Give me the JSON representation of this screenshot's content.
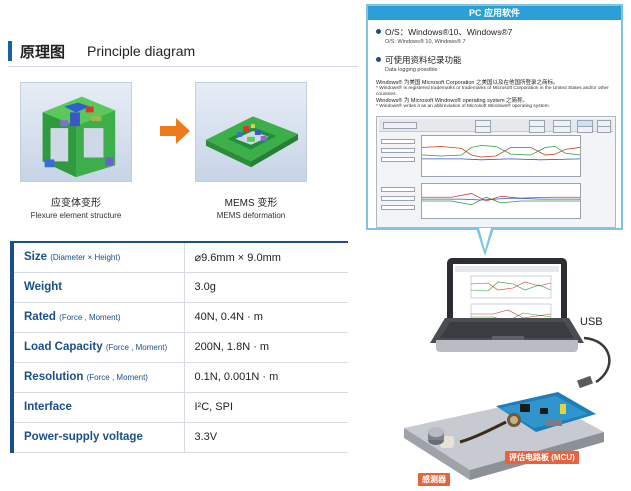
{
  "principle": {
    "title_zh": "原理图",
    "title_en": "Principle diagram",
    "caption1_zh": "应变体变形",
    "caption1_en": "Flexure element structure",
    "caption2_zh": "MEMS 变形",
    "caption2_en": "MEMS deformation"
  },
  "specs": [
    {
      "label": "Size",
      "sub": "(Diameter × Height)",
      "value": "⌀9.6mm × 9.0mm"
    },
    {
      "label": "Weight",
      "sub": "",
      "value": "3.0g"
    },
    {
      "label": "Rated",
      "sub": "(Force , Moment)",
      "value": "40N, 0.4N · m"
    },
    {
      "label": "Load Capacity",
      "sub": "(Force , Moment)",
      "value": "200N, 1.8N · m"
    },
    {
      "label": "Resolution",
      "sub": "(Force , Moment)",
      "value": "0.1N, 0.001N · m"
    },
    {
      "label": "Interface",
      "sub": "",
      "value": "I²C, SPI"
    },
    {
      "label": "Power-supply voltage",
      "sub": "",
      "value": "3.3V"
    }
  ],
  "pc_software": {
    "title": "PC 应用软件",
    "os_zh": "O/S：Windows®10、Windows®7",
    "os_en": "O/S: Windows® 10, Windows® 7",
    "log_zh": "可使用资料纪录功能",
    "log_en": "Data logging possible",
    "note1_zh": "Windows® 为美国 Microsoft Corporation 之美国以及在他国所登录之商标。",
    "note1_en": "* Windows® is registered trademarks or trademarks of Microsoft Corporation in the United States and/or other countries.",
    "note2_zh": "Windows® 为 Microsoft Windows® operating system 之简称。",
    "note2_en": "* Windows® writes it as an abbreviation of Microsoft Windows® operating system."
  },
  "hardware": {
    "usb_label": "USB",
    "sensor_label": "感测器",
    "board_label": "评估电路板 (MCU)"
  },
  "colors": {
    "accent_blue": "#1b4f8a",
    "panel_blue": "#2a9fd8",
    "callout_orange": "#e8633b"
  }
}
